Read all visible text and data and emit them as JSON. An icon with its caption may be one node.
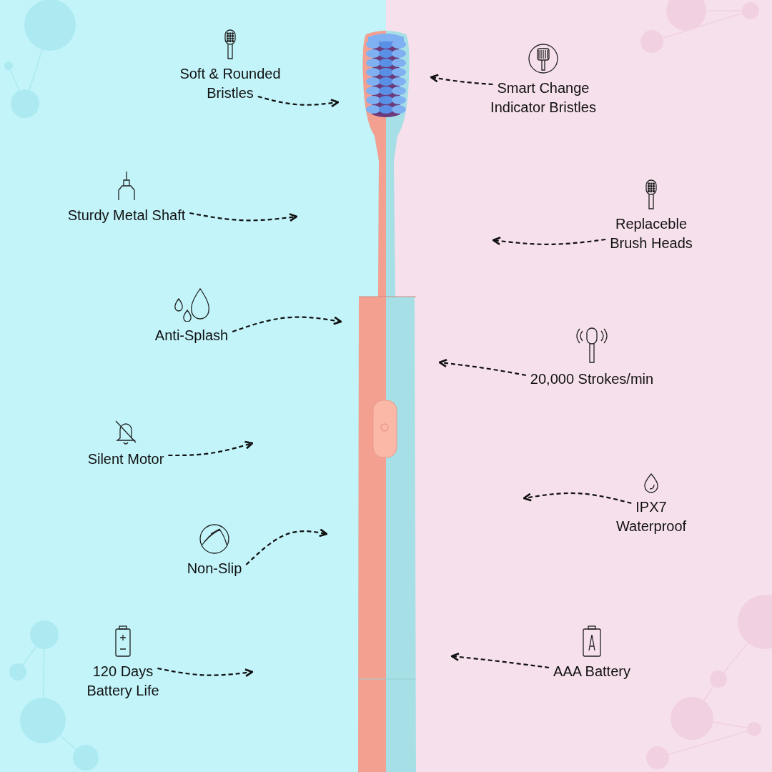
{
  "diagram": {
    "nodes": [
      {
        "text": [
          "Soft & Rounded Bristles"
        ]
      },
      {
        "text": [
          "Smart Change Indicator Bristles"
        ]
      },
      {
        "text": [
          "Sturdy Metal Shaft"
        ]
      },
      {
        "text": [
          "Replaceble Brush Heads"
        ]
      },
      {
        "text": [
          "Anti-Splash"
        ]
      },
      {
        "text": [
          "20,000 Strokes/min"
        ]
      },
      {
        "text": [
          "Silent Motor"
        ]
      },
      {
        "text": [
          "IPX7 Waterproof"
        ]
      },
      {
        "text": [
          "Non-Slip"
        ]
      },
      {
        "text": [
          "120 Days Battery Life"
        ]
      },
      {
        "text": [
          "AAA Battery"
        ]
      }
    ],
    "edges": [
      {
        "from": 0,
        "to": null,
        "arrow": "to",
        "style": "dashed"
      },
      {
        "from": 1,
        "to": null,
        "arrow": "to",
        "style": "dashed"
      },
      {
        "from": 2,
        "to": null,
        "arrow": "to",
        "style": "dashed"
      },
      {
        "from": 3,
        "to": null,
        "arrow": "to",
        "style": "dashed"
      },
      {
        "from": 4,
        "to": null,
        "arrow": "to",
        "style": "dashed"
      },
      {
        "from": 5,
        "to": null,
        "arrow": "to",
        "style": "dashed"
      },
      {
        "from": 6,
        "to": null,
        "arrow": "to",
        "style": "dashed"
      },
      {
        "from": 7,
        "to": null,
        "arrow": "to",
        "style": "dashed"
      },
      {
        "from": 8,
        "to": null,
        "arrow": "to",
        "style": "dashed"
      },
      {
        "from": 9,
        "to": null,
        "arrow": "to",
        "style": "dashed"
      },
      {
        "from": 10,
        "to": null,
        "arrow": "to",
        "style": "dashed"
      }
    ]
  }
}
